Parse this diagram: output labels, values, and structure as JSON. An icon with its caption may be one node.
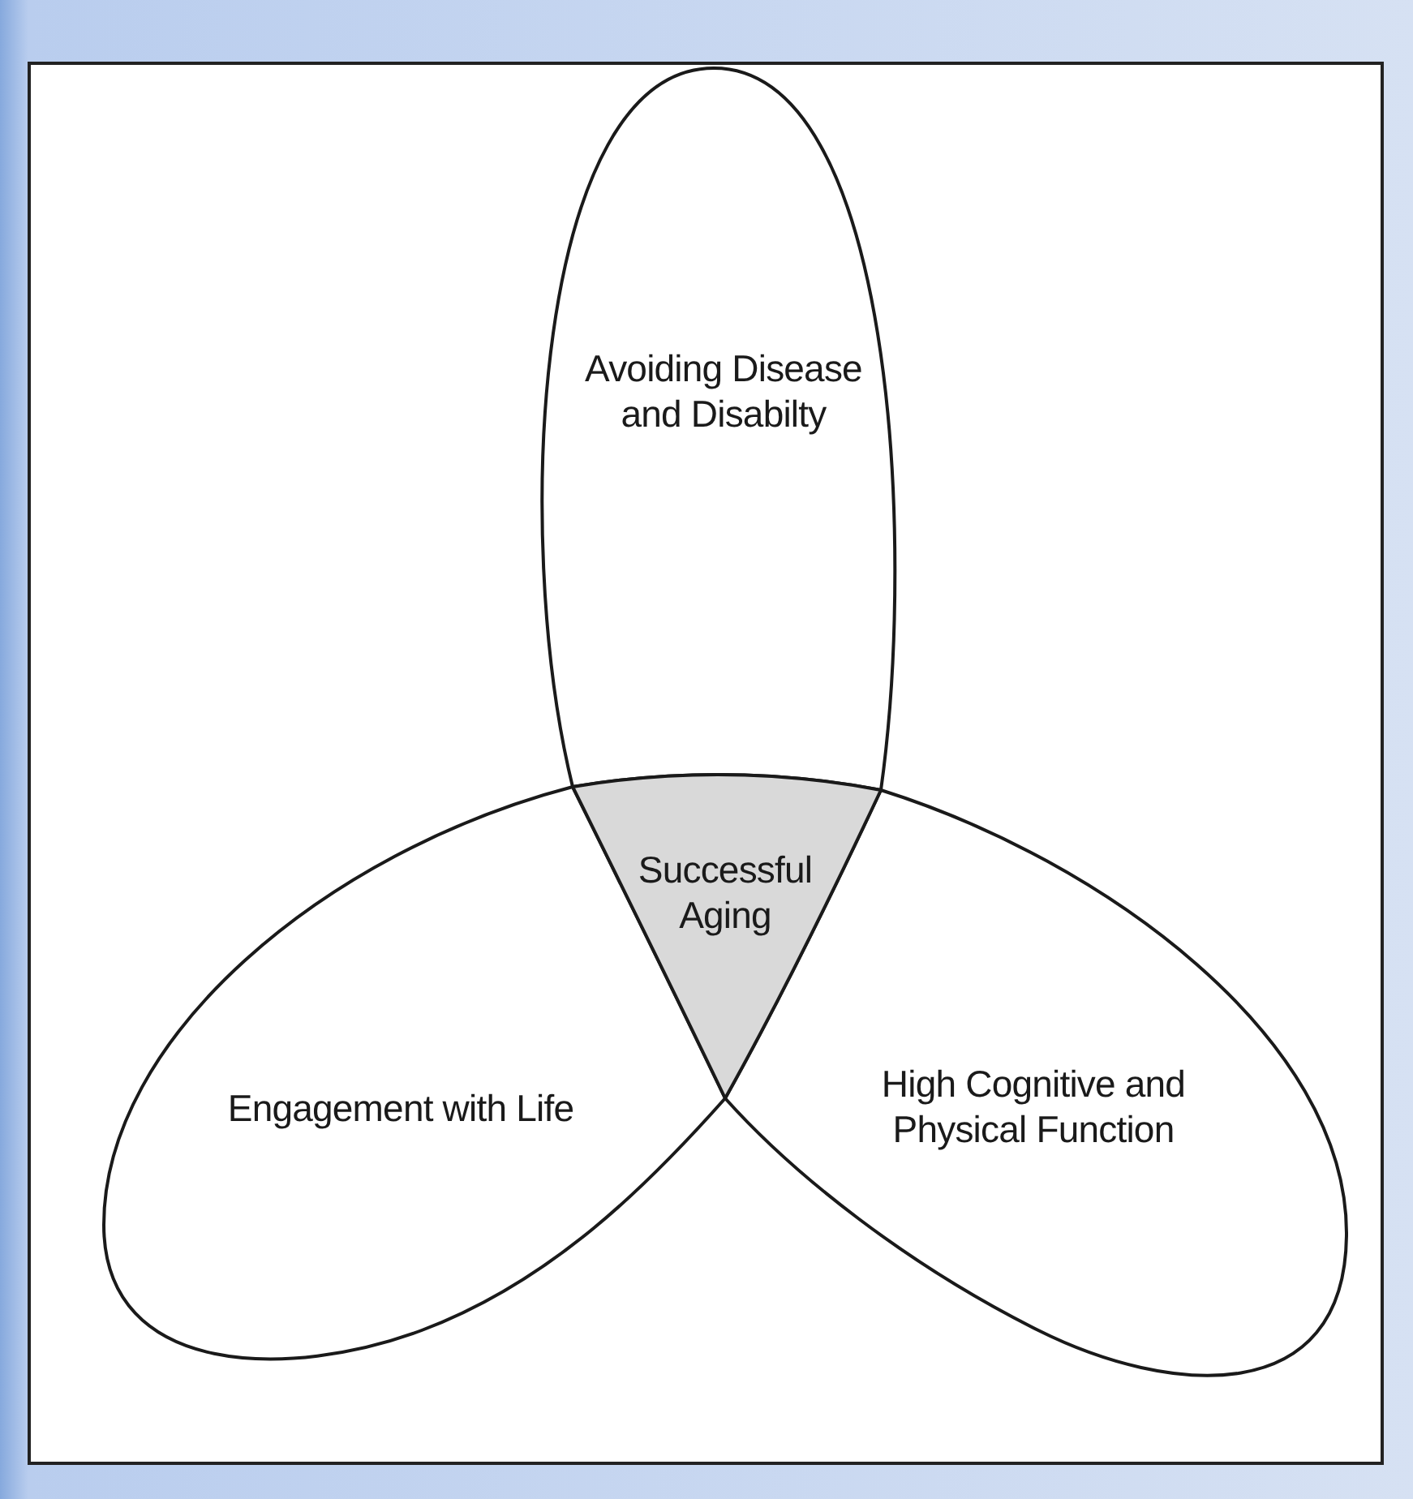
{
  "diagram": {
    "nodes": [
      {
        "text": [
          "Avoiding Disease and Disabilty"
        ]
      },
      {
        "text": [
          "Engagement with Life"
        ]
      },
      {
        "text": [
          "High Cognitive and Physical Function"
        ]
      },
      {
        "text": [
          "Successful Aging"
        ]
      }
    ]
  }
}
